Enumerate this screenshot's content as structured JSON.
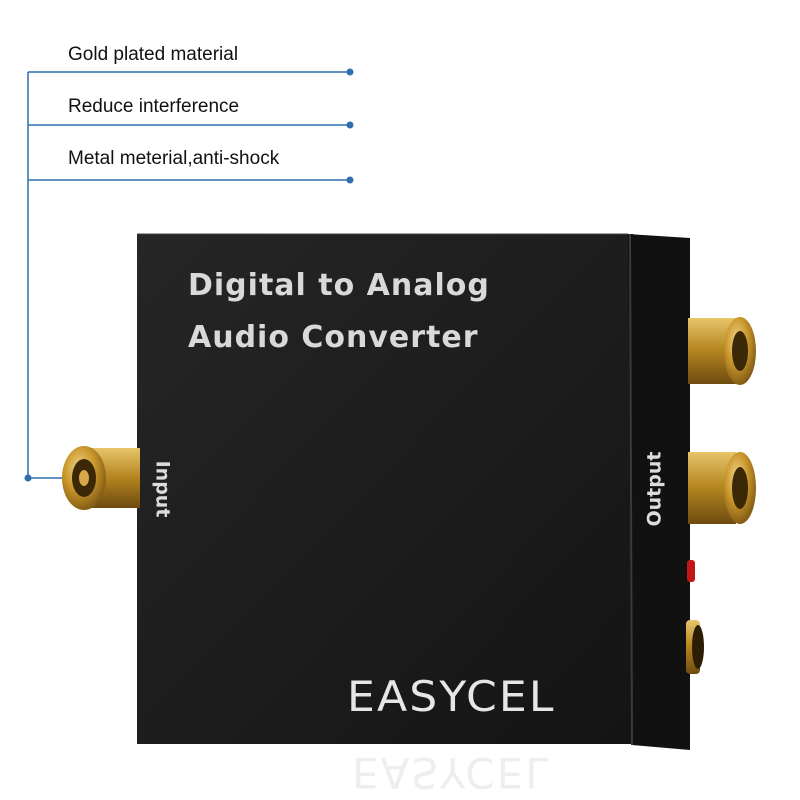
{
  "callouts": [
    {
      "label": "Gold plated material"
    },
    {
      "label": "Reduce interference"
    },
    {
      "label": "Metal meterial,anti-shock"
    }
  ],
  "device": {
    "title_line1": "Digital to Analog",
    "title_line2": "Audio Converter",
    "input_label": "Input",
    "output_label": "Output",
    "brand": "EASYCEL"
  },
  "colors": {
    "callout_line": "#2f6fb0",
    "body": "#1b1b1b",
    "gold": "#c9962a"
  }
}
